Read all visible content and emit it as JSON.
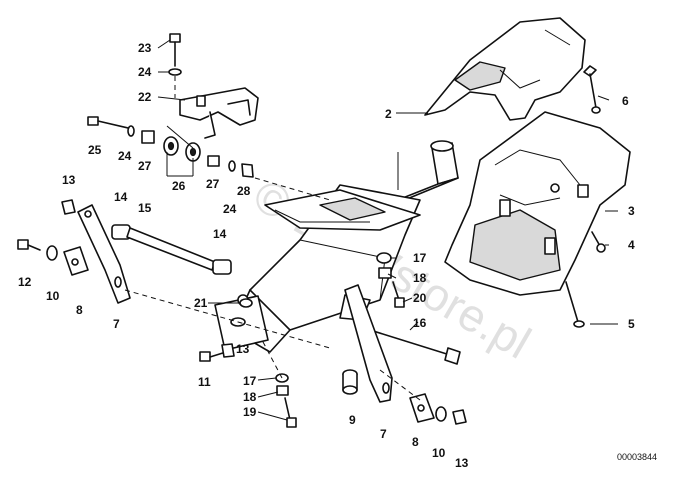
{
  "diagram": {
    "watermark": "© BMWstore.pl",
    "reference_code": "00003844",
    "callouts": [
      "23",
      "24",
      "22",
      "25",
      "24",
      "27",
      "26",
      "27",
      "24",
      "28",
      "13",
      "14",
      "15",
      "12",
      "10",
      "8",
      "7",
      "14",
      "21",
      "2",
      "6",
      "3",
      "4",
      "5",
      "17",
      "18",
      "20",
      "16",
      "13",
      "11",
      "17",
      "18",
      "19",
      "9",
      "7",
      "8",
      "10",
      "13"
    ]
  }
}
